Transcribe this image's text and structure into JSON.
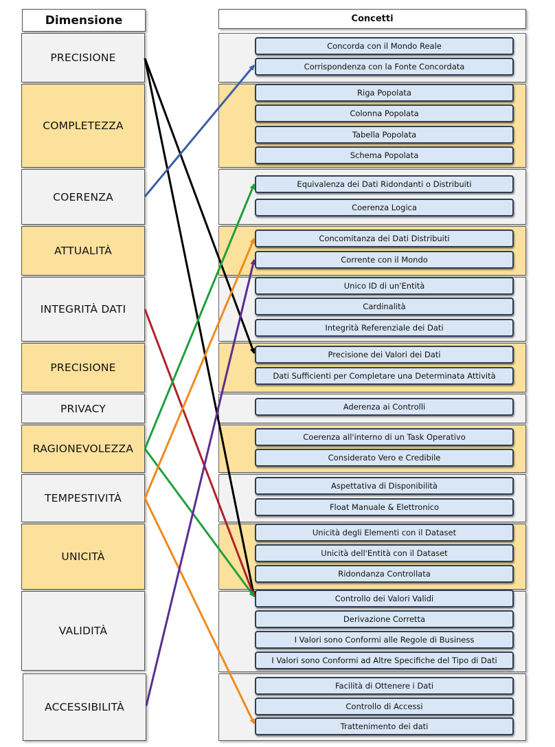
{
  "headers": {
    "dimension": "Dimensione",
    "concepts": "Concetti"
  },
  "dimensions": [
    {
      "label": "PRECISIONE",
      "color": "white"
    },
    {
      "label": "COMPLETEZZA",
      "color": "yellow"
    },
    {
      "label": "COERENZA",
      "color": "white"
    },
    {
      "label": "ATTUALITÀ",
      "color": "yellow"
    },
    {
      "label": "INTEGRITÀ DATI",
      "color": "white"
    },
    {
      "label": "PRECISIONE",
      "color": "yellow"
    },
    {
      "label": "PRIVACY",
      "color": "white"
    },
    {
      "label": "RAGIONEVOLEZZA",
      "color": "yellow"
    },
    {
      "label": "TEMPESTIVITÀ",
      "color": "white"
    },
    {
      "label": "UNICITÀ",
      "color": "yellow"
    },
    {
      "label": "VALIDITÀ",
      "color": "white"
    },
    {
      "label": "ACCESSIBILITÀ",
      "color": "white"
    }
  ],
  "concept_groups": [
    {
      "color": "white",
      "concepts": [
        "Concorda con il Mondo Reale",
        "Corrispondenza con la Fonte Concordata"
      ]
    },
    {
      "color": "yellow",
      "concepts": [
        "Riga Popolata",
        "Colonna Popolata",
        "Tabella Popolata",
        "Schema Popolata"
      ]
    },
    {
      "color": "white",
      "concepts": [
        "Equivalenza dei Dati Ridondanti o Distribuiti",
        "Coerenza Logica"
      ]
    },
    {
      "color": "yellow",
      "concepts": [
        "Concomitanza dei Dati Distribuiti",
        "Corrente con il Mondo"
      ]
    },
    {
      "color": "white",
      "concepts": [
        "Unico ID di un'Entità",
        "Cardinalità",
        "Integrità Referenziale dei Dati"
      ]
    },
    {
      "color": "yellow",
      "concepts": [
        "Precisione dei Valori dei Dati",
        "Dati Sufficienti per Completare una Determinata Attività"
      ]
    },
    {
      "color": "white",
      "concepts": [
        "Aderenza ai Controlli"
      ]
    },
    {
      "color": "yellow",
      "concepts": [
        "Coerenza all'interno di un Task Operativo",
        "Considerato Vero e Credibile"
      ]
    },
    {
      "color": "white",
      "concepts": [
        "Aspettativa di Disponibilità",
        "Float Manuale & Elettronico"
      ]
    },
    {
      "color": "yellow",
      "concepts": [
        "Unicità degli Elementi con il Dataset",
        "Unicità dell'Entità con il Dataset",
        "Ridondanza Controllata"
      ]
    },
    {
      "color": "white",
      "concepts": [
        "Controllo dei Valori Validi",
        "Derivazione Corretta",
        "I Valori sono Conformi alle Regole di Business",
        "I Valori sono Conformi ad Altre Specifiche del Tipo di Dati"
      ]
    },
    {
      "color": "white",
      "concepts": [
        "Facilità di Ottenere i Dati",
        "Controllo di Accessi",
        "Trattenimento dei dati"
      ]
    }
  ],
  "connections": [
    {
      "from": "PRECISIONE",
      "to": "Precisione dei Valori dei Dati",
      "color": "#000000"
    },
    {
      "from": "PRECISIONE",
      "to": "Controllo dei Valori Validi",
      "color": "#000000"
    },
    {
      "from": "COERENZA",
      "to": "Corrispondenza con la Fonte Concordata",
      "color": "#3a5fa8"
    },
    {
      "from": "INTEGRITÀ DATI",
      "to": "Controllo dei Valori Validi",
      "color": "#b0202a"
    },
    {
      "from": "RAGIONEVOLEZZA",
      "to": "Equivalenza dei Dati Ridondanti o Distribuiti",
      "color": "#1fa03a"
    },
    {
      "from": "RAGIONEVOLEZZA",
      "to": "Controllo dei Valori Validi",
      "color": "#1fa03a"
    },
    {
      "from": "TEMPESTIVITÀ",
      "to": "Concomitanza dei Dati Distribuiti",
      "color": "#f08a1c"
    },
    {
      "from": "TEMPESTIVITÀ",
      "to": "Trattenimento dei dati",
      "color": "#f08a1c"
    },
    {
      "from": "ACCESSIBILITÀ",
      "to": "Corrente con il Mondo",
      "color": "#5b2d8e"
    }
  ]
}
